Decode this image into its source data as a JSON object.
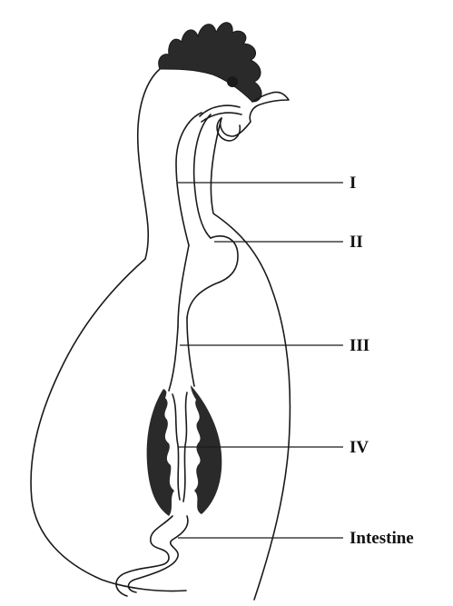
{
  "diagram": {
    "labels": [
      {
        "id": "I",
        "text": "I"
      },
      {
        "id": "II",
        "text": "II"
      },
      {
        "id": "III",
        "text": "III"
      },
      {
        "id": "IV",
        "text": "IV"
      },
      {
        "id": "intestine",
        "text": "Intestine"
      }
    ],
    "colors": {
      "ink": "#1a1a1a",
      "fill_dark": "#2a2a2a",
      "background": "#ffffff"
    }
  }
}
